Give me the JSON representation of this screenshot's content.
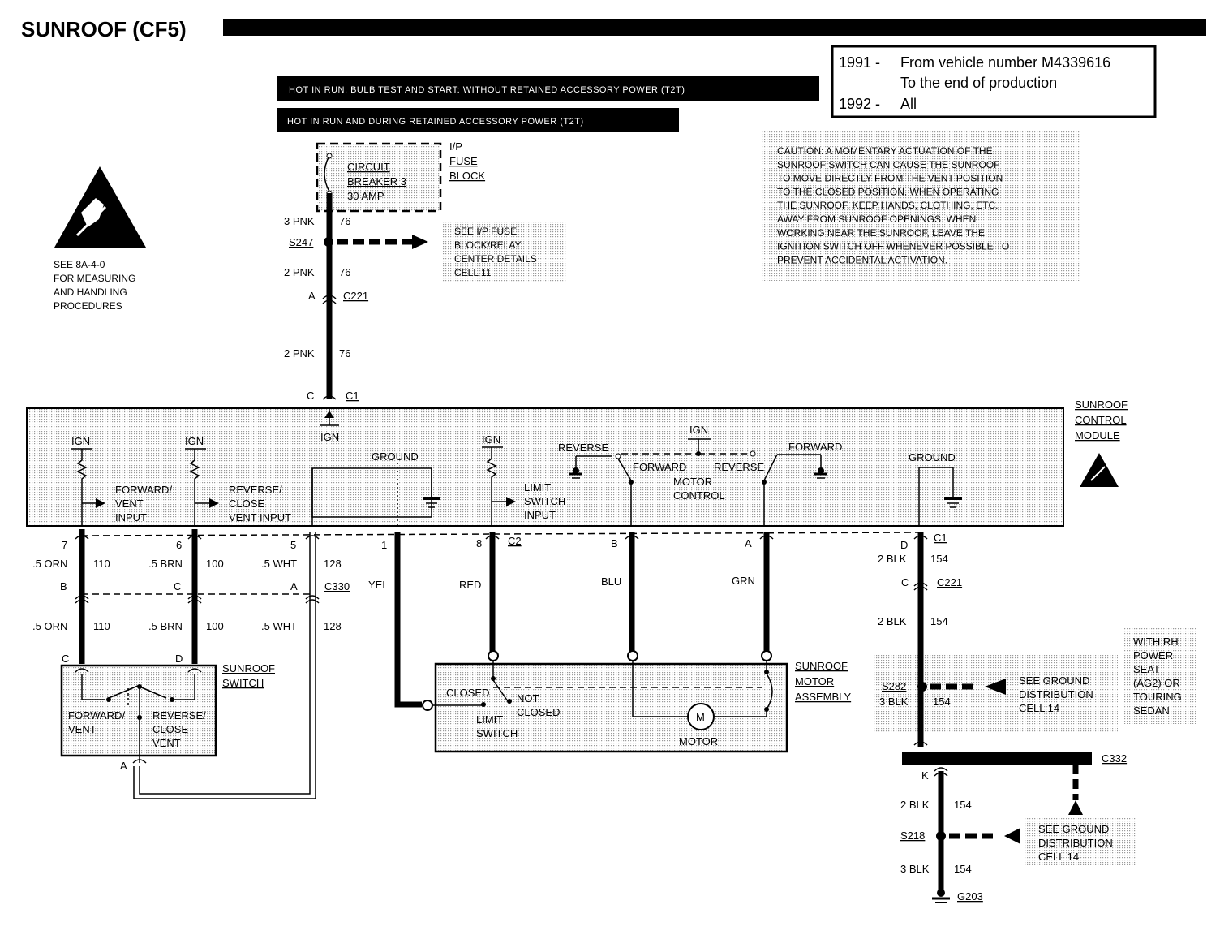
{
  "title": "SUNROOF (CF5)",
  "applicability": [
    {
      "year": "1991 -",
      "text": "From vehicle number M4339616"
    },
    {
      "year": "",
      "text": "To the end of production"
    },
    {
      "year": "1992 -",
      "text": "All"
    }
  ],
  "power_bars": [
    "HOT IN RUN, BULB TEST AND START: WITHOUT RETAINED ACCESSORY POWER (T2T)",
    "HOT IN RUN AND DURING RETAINED ACCESSORY POWER (T2T)"
  ],
  "caution_lines": [
    "CAUTION: A MOMENTARY ACTUATION OF THE",
    "SUNROOF SWITCH CAN CAUSE THE SUNROOF",
    "TO MOVE DIRECTLY FROM THE VENT POSITION",
    "TO THE CLOSED POSITION. WHEN OPERATING",
    "THE SUNROOF, KEEP HANDS, CLOTHING, ETC.",
    "AWAY FROM SUNROOF OPENINGS. WHEN",
    "WORKING NEAR THE SUNROOF, LEAVE THE",
    "IGNITION SWITCH OFF WHENEVER POSSIBLE TO",
    "PREVENT ACCIDENTAL ACTIVATION."
  ],
  "esd_note": [
    "SEE 8A-4-0",
    "FOR MEASURING",
    "AND HANDLING",
    "PROCEDURES"
  ],
  "fuse_block": {
    "breaker": [
      "CIRCUIT",
      "BREAKER 3",
      "30 AMP"
    ],
    "label": [
      "I/P",
      "FUSE",
      "BLOCK"
    ]
  },
  "power_path": {
    "wire1": "3 PNK",
    "wire1_ckt": "76",
    "splice": "S247",
    "see_ref": [
      "SEE I/P FUSE",
      "BLOCK/RELAY",
      "CENTER DETAILS",
      "CELL 11"
    ],
    "wire2": "2 PNK",
    "wire2_ckt": "76",
    "c221_pin": "A",
    "c221": "C221",
    "wire3": "2 PNK",
    "wire3_ckt": "76",
    "c1_pin": "C",
    "c1": "C1"
  },
  "module": {
    "name": [
      "SUNROOF",
      "CONTROL",
      "MODULE"
    ],
    "ign": "IGN",
    "ground": "GROUND",
    "fwd_vent": [
      "FORWARD/",
      "VENT",
      "INPUT"
    ],
    "rev_close": [
      "REVERSE/",
      "CLOSE",
      "VENT INPUT"
    ],
    "limit": [
      "LIMIT",
      "SWITCH",
      "INPUT"
    ],
    "reverse": "REVERSE",
    "forward": "FORWARD",
    "motor_control": [
      "FORWARD",
      "MOTOR",
      "CONTROL"
    ],
    "reverse2": "REVERSE"
  },
  "circuits": {
    "orn": {
      "pin": "7",
      "wire": ".5 ORN",
      "ckt": "110",
      "c330_pin": "B",
      "sw_pin": "C"
    },
    "brn": {
      "pin": "6",
      "wire": ".5 BRN",
      "ckt": "100",
      "c330_pin": "C",
      "sw_pin": "D"
    },
    "wht": {
      "pin": "5",
      "wire": ".5 WHT",
      "ckt": "128",
      "c330_pin": "A",
      "c330": "C330"
    },
    "yel": {
      "pin": "1",
      "wire": "YEL"
    },
    "red": {
      "pin": "8",
      "wire": "RED",
      "c2": "C2"
    },
    "blu": {
      "pin": "B",
      "wire": "BLU"
    },
    "grn": {
      "pin": "A",
      "wire": "GRN"
    },
    "blk": {
      "pin": "D",
      "c1": "C1",
      "wire": "2 BLK",
      "ckt": "154",
      "c221_pin": "C",
      "c221": "C221"
    }
  },
  "switch": {
    "name": [
      "SUNROOF",
      "SWITCH"
    ],
    "fwd": [
      "FORWARD/",
      "VENT"
    ],
    "rev": [
      "REVERSE/",
      "CLOSE",
      "VENT"
    ],
    "pin_a": "A"
  },
  "motor_assembly": {
    "name": [
      "SUNROOF",
      "MOTOR",
      "ASSEMBLY"
    ],
    "closed": "CLOSED",
    "not_closed": [
      "NOT",
      "CLOSED"
    ],
    "limit": [
      "LIMIT",
      "SWITCH"
    ],
    "motor": "MOTOR",
    "m": "M"
  },
  "ground_path": {
    "s282": "S282",
    "s282_wire": "3 BLK",
    "s282_ckt": "154",
    "see_ground1": [
      "SEE GROUND",
      "DISTRIBUTION",
      "CELL 14"
    ],
    "rh_seat": [
      "WITH RH",
      "POWER",
      "SEAT",
      "(AG2) OR",
      "TOURING",
      "SEDAN"
    ],
    "c332": "C332",
    "k_pin": "K",
    "wire_k": "2 BLK",
    "wire_k_ckt": "154",
    "s218": "S218",
    "see_ground2": [
      "SEE GROUND",
      "DISTRIBUTION",
      "CELL 14"
    ],
    "wire_g": "3 BLK",
    "wire_g_ckt": "154",
    "g203": "G203"
  }
}
